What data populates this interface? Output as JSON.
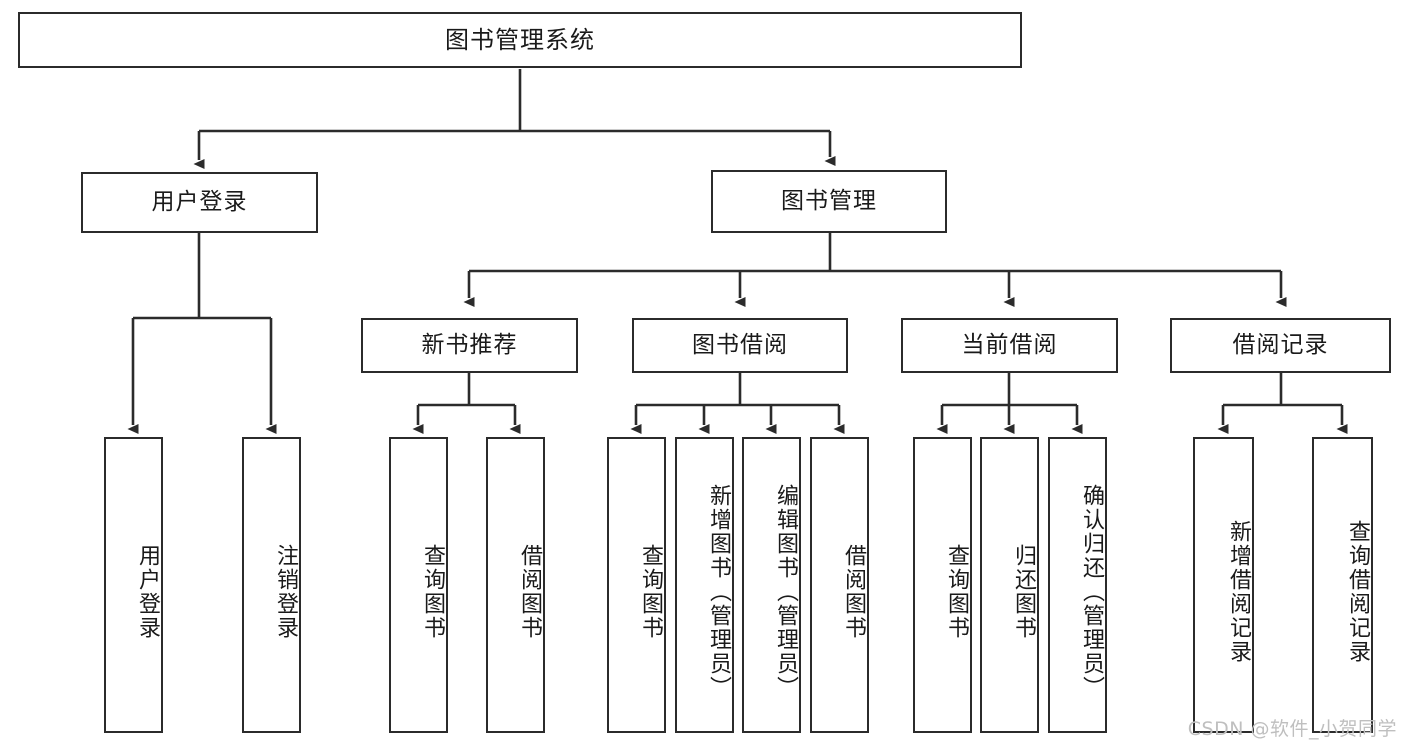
{
  "diagram": {
    "title": "图书管理系统",
    "type": "tree-hierarchy-chart",
    "watermark": "CSDN @软件_小贺同学",
    "colors": {
      "box_border": "#2b2b2b",
      "box_fill": "#ffffff",
      "connector": "#2b2b2b",
      "text": "#1a1a1a",
      "watermark": "#bfbfbf",
      "background": "#ffffff"
    },
    "nodes": {
      "root": {
        "label": "图书管理系统"
      },
      "level1": [
        {
          "id": "user-login",
          "label": "用户登录"
        },
        {
          "id": "book-manage",
          "label": "图书管理"
        }
      ],
      "level2": [
        {
          "id": "new-book-recommend",
          "label": "新书推荐"
        },
        {
          "id": "book-borrow",
          "label": "图书借阅"
        },
        {
          "id": "current-borrow",
          "label": "当前借阅"
        },
        {
          "id": "borrow-record",
          "label": "借阅记录"
        }
      ],
      "leaves": {
        "user_login": [
          {
            "id": "leaf-user-login",
            "label": "用户登录"
          },
          {
            "id": "leaf-logout-login",
            "label": "注销登录"
          }
        ],
        "new_book_recommend": [
          {
            "id": "leaf-query-book-1",
            "label": "查询图书"
          },
          {
            "id": "leaf-borrow-book-1",
            "label": "借阅图书"
          }
        ],
        "book_borrow": [
          {
            "id": "leaf-query-book-2",
            "label": "查询图书"
          },
          {
            "id": "leaf-add-book",
            "label": "新增图书（管理员）"
          },
          {
            "id": "leaf-edit-book",
            "label": "编辑图书（管理员）"
          },
          {
            "id": "leaf-borrow-book-2",
            "label": "借阅图书"
          }
        ],
        "current_borrow": [
          {
            "id": "leaf-query-book-3",
            "label": "查询图书"
          },
          {
            "id": "leaf-return-book",
            "label": "归还图书"
          },
          {
            "id": "leaf-confirm-return",
            "label": "确认归还（管理员）"
          }
        ],
        "borrow_record": [
          {
            "id": "leaf-add-borrow-record",
            "label": "新增借阅记录"
          },
          {
            "id": "leaf-query-borrow-record",
            "label": "查询借阅记录"
          }
        ]
      }
    }
  }
}
